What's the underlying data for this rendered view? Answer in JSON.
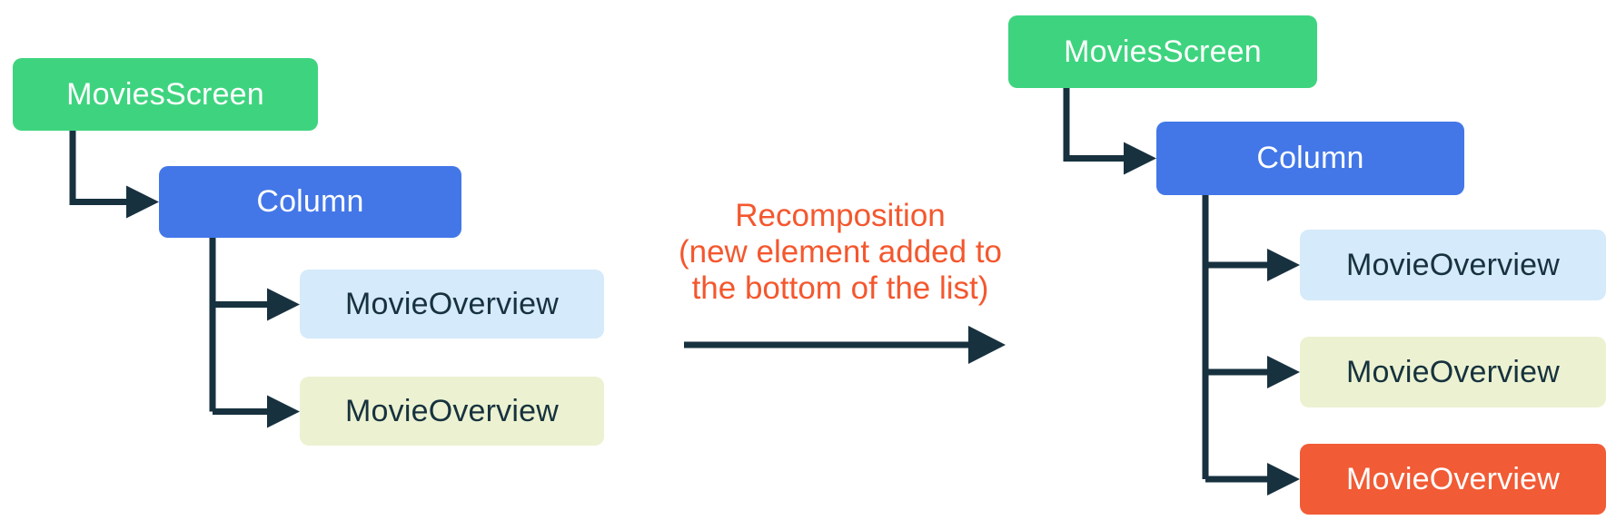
{
  "annotation": {
    "line1": "Recomposition",
    "line2": "(new element added to",
    "line3": "the bottom of the list)"
  },
  "trees": {
    "before": {
      "moviesscreen": "MoviesScreen",
      "column": "Column",
      "child1": "MovieOverview",
      "child2": "MovieOverview"
    },
    "after": {
      "moviesscreen": "MoviesScreen",
      "column": "Column",
      "child1": "MovieOverview",
      "child2": "MovieOverview",
      "child3": "MovieOverview"
    }
  },
  "colors": {
    "moviesscreen_bg": "#3ED47F",
    "column_bg": "#4377E8",
    "child_existing1_bg": "#D5EAFA",
    "child_existing2_bg": "#ECF2D1",
    "child_new_bg": "#F15B35",
    "connector": "#17313F",
    "annotation_text": "#F4572E",
    "box_text_light": "#FFFFFF",
    "box_text_dark": "#17323E"
  }
}
